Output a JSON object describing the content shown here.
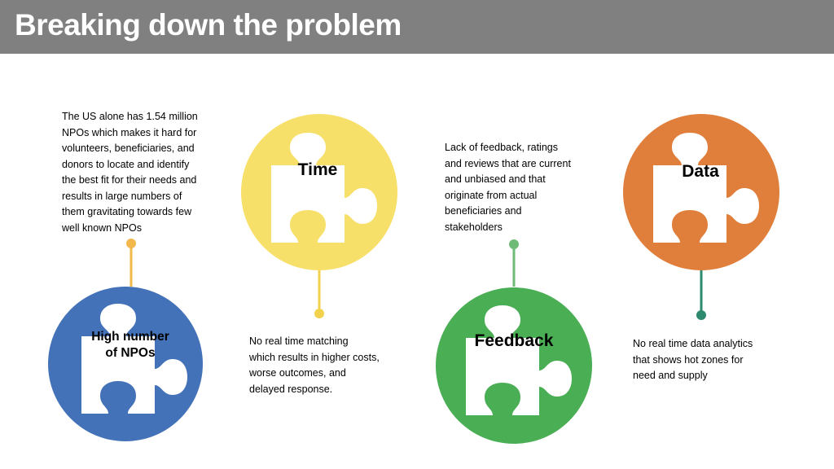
{
  "title": "Breaking down the problem",
  "colors": {
    "title_bar": "#808080",
    "npos": "#4472b8",
    "time": "#f7e06a",
    "feedback": "#4aae55",
    "data": "#e07f3c",
    "npos_connector": "#f2b84b",
    "time_connector": "#f2d24b",
    "feedback_connector": "#6ebb77",
    "data_connector": "#2e8a6e"
  },
  "pieces": {
    "npos": {
      "label_line1": "High number",
      "label_line2": "of NPOs",
      "description": [
        "The US alone has 1.54 million",
        "NPOs which makes it hard for",
        "volunteers, beneficiaries, and",
        "donors to locate and identify",
        "the best fit for their needs and",
        "results in large numbers of",
        "them gravitating towards few",
        "well known NPOs"
      ]
    },
    "time": {
      "label": "Time",
      "description": [
        "No real time matching",
        "which results in higher costs,",
        "worse outcomes, and",
        "delayed response."
      ]
    },
    "feedback": {
      "label": "Feedback",
      "description": [
        "Lack of feedback, ratings",
        "and reviews that are current",
        "and unbiased and that",
        "originate from actual",
        "beneficiaries and",
        "stakeholders"
      ]
    },
    "data": {
      "label": "Data",
      "description": [
        "No real time data analytics",
        "that shows hot zones for",
        "need and supply"
      ]
    }
  }
}
